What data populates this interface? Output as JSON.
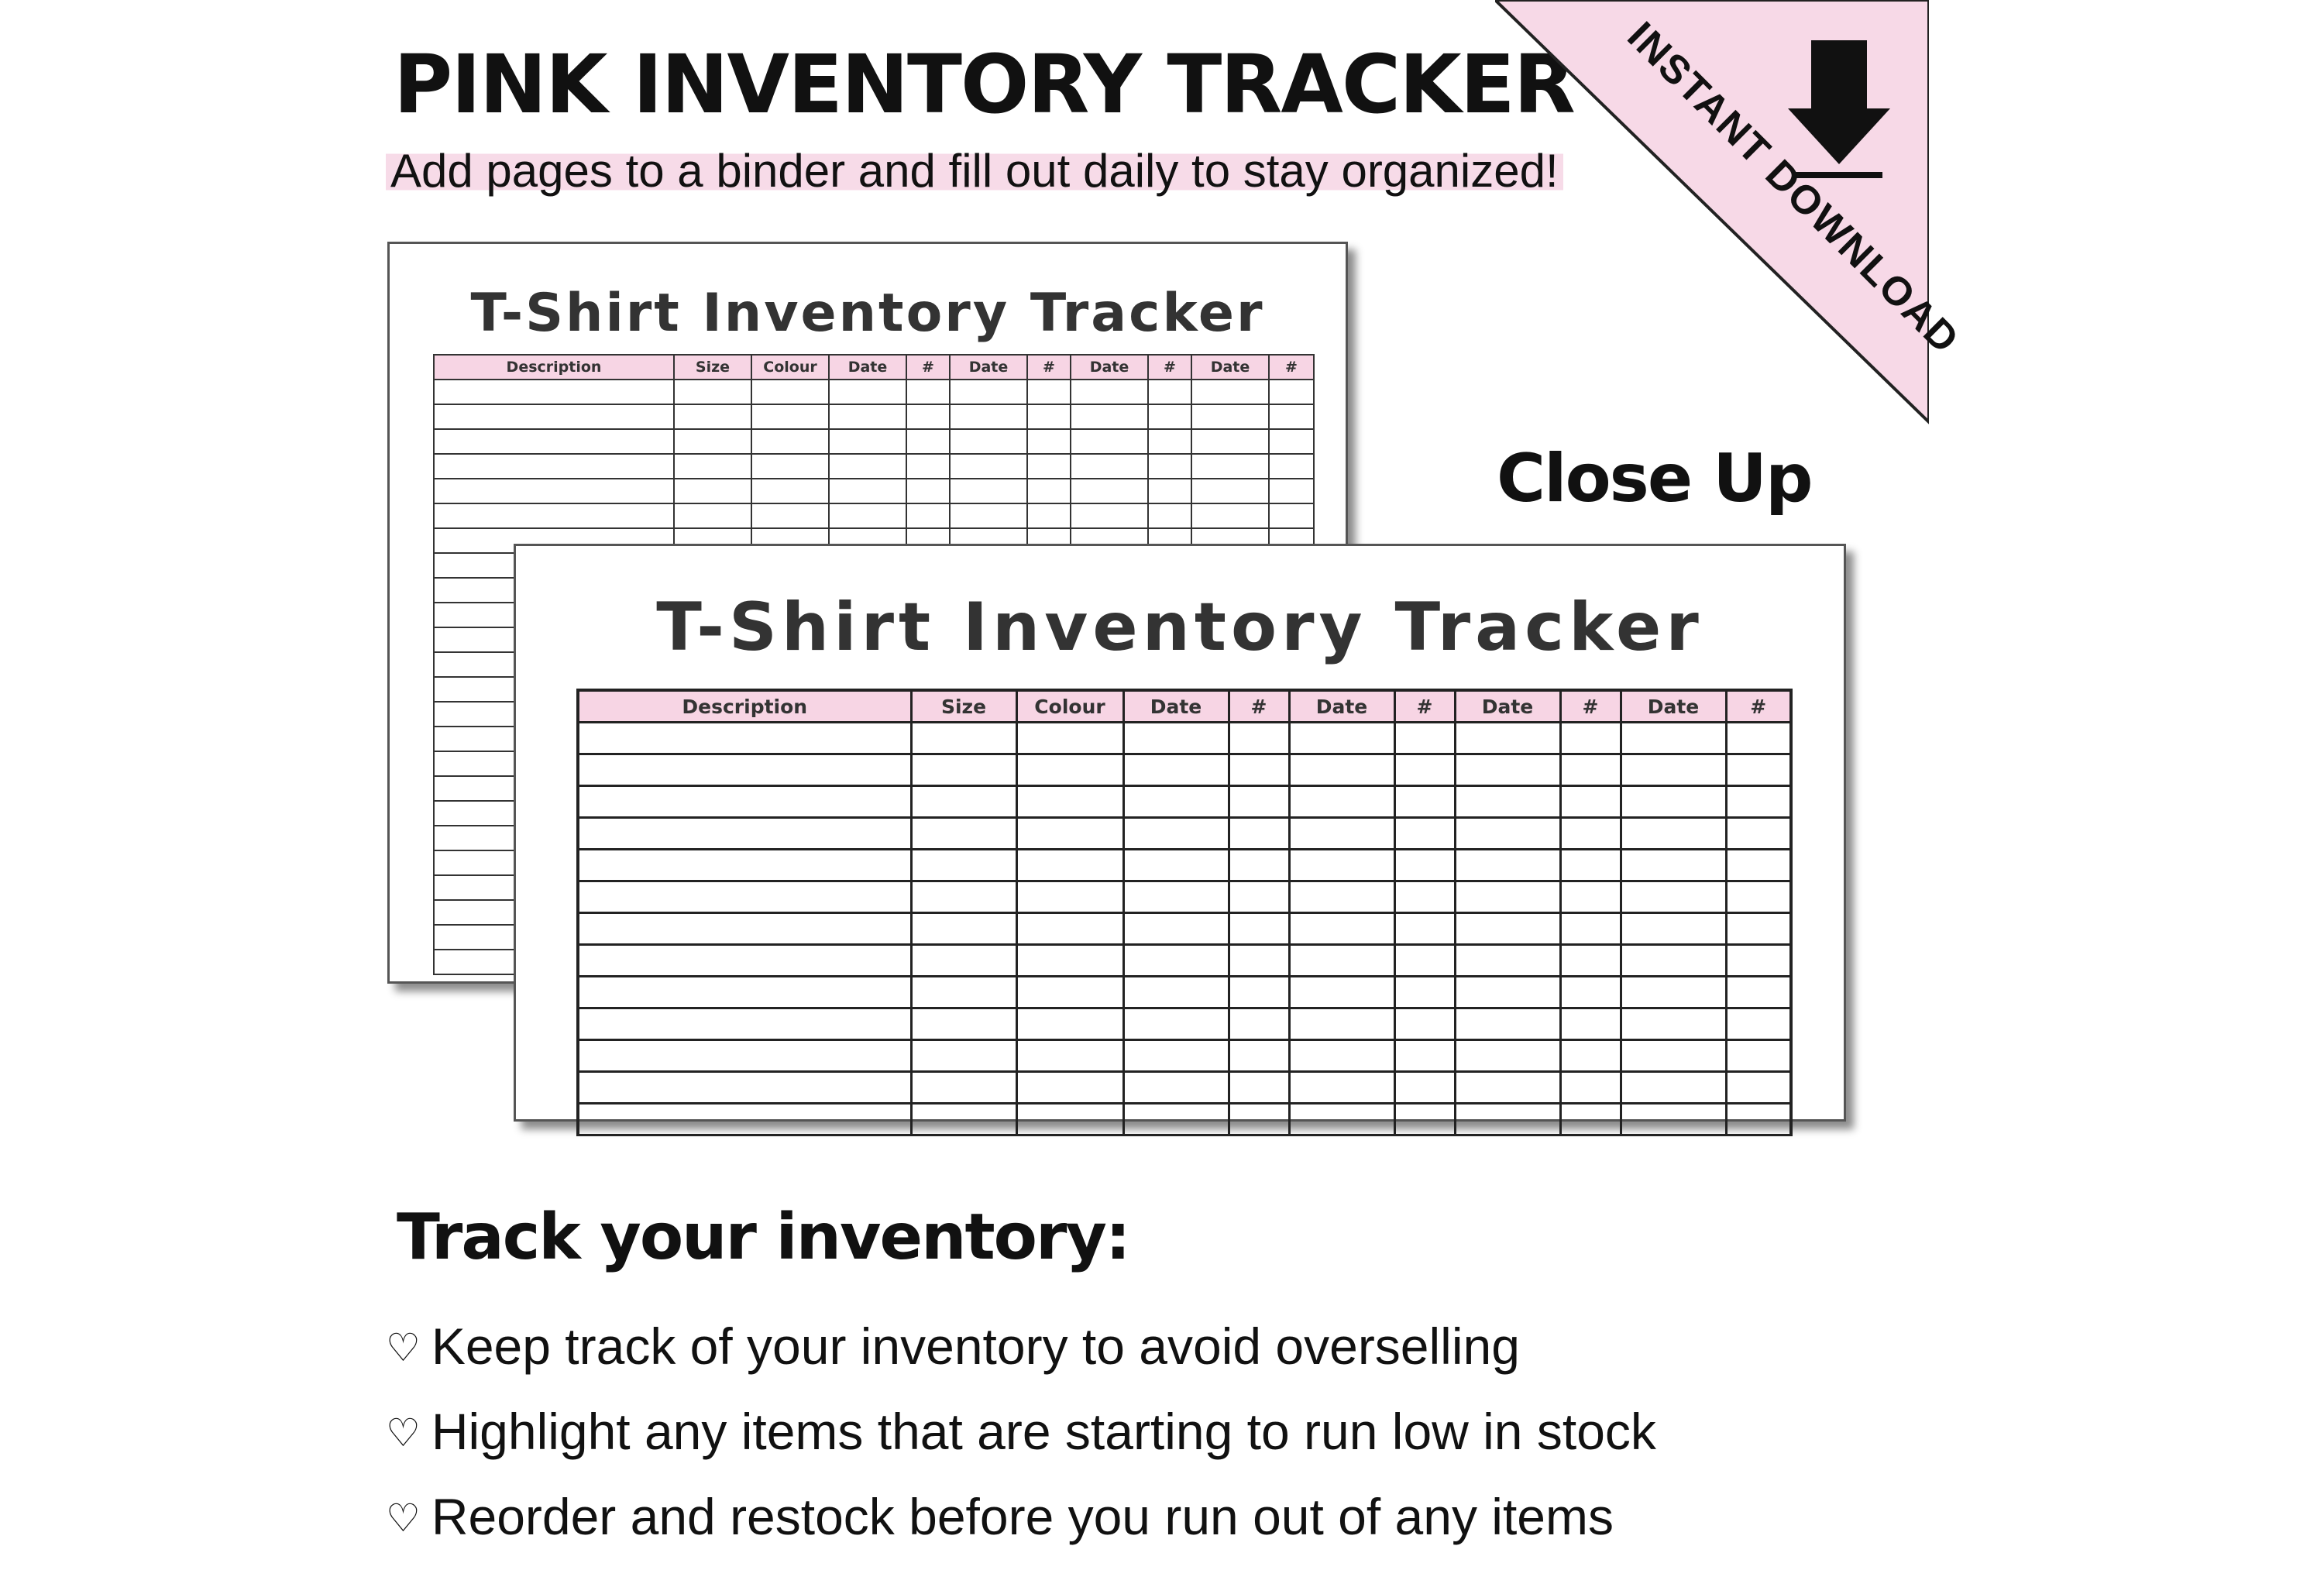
{
  "header": {
    "title": "PINK INVENTORY TRACKER",
    "subtitle": "Add pages to a binder and fill out daily to stay organized!"
  },
  "badge": {
    "label": "INSTANT DOWNLOAD",
    "icon": "download-arrow-icon",
    "background": "#f7d9e7"
  },
  "close_up_label": "Close Up",
  "tracker": {
    "title": "T-Shirt Inventory Tracker",
    "columns": [
      "Description",
      "Size",
      "Colour",
      "Date",
      "#",
      "Date",
      "#",
      "Date",
      "#",
      "Date",
      "#"
    ],
    "header_color": "#f7d5e4"
  },
  "features": {
    "heading": "Track your inventory:",
    "bullet_icon": "heart-outline-icon",
    "items": [
      {
        "icon": "♡",
        "text": "Keep track of your inventory to avoid overselling"
      },
      {
        "icon": "♡",
        "text": "Highlight any items that are starting to run low in stock"
      },
      {
        "icon": "♡",
        "text": "Reorder and restock before you run out of any items"
      }
    ]
  }
}
